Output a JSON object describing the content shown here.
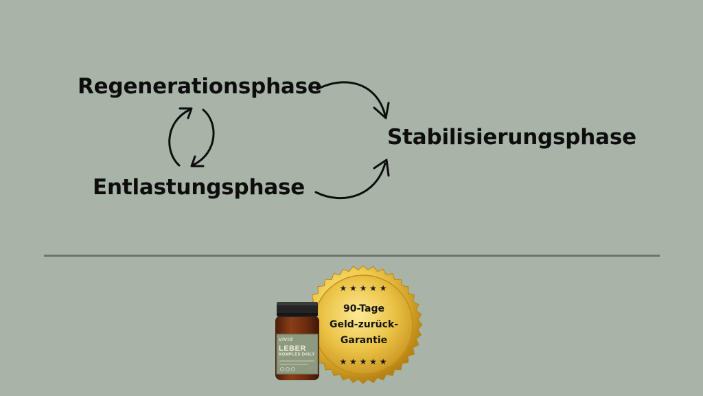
{
  "diagram": {
    "phases": {
      "regeneration": "Regenerationsphase",
      "entlastung": "Entlastungsphase",
      "stabilisierung": "Stabilisierungsphase"
    }
  },
  "guarantee": {
    "line1": "90-Tage",
    "line2": "Geld-zurück-",
    "line3": "Garantie"
  },
  "product": {
    "brand": "vivid",
    "name": "LEBER",
    "subtitle": "KOMPLEX DAILY"
  },
  "colors": {
    "background": "#a9b4a8",
    "divider": "#6e716c",
    "seal_gold": "#e1b93a",
    "jar_glass": "#7a3515",
    "jar_label": "#8e9a7f"
  }
}
